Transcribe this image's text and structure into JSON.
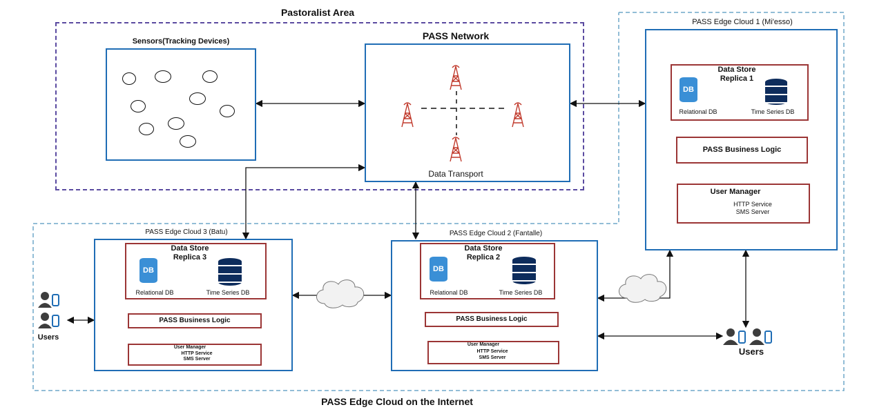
{
  "colors": {
    "accent": "#1f6db5",
    "logic_border": "#9b3535",
    "area_dash": "#5a4aa0",
    "cloud_dash": "#6fa7c8",
    "tower": "#c0392b"
  },
  "titles": {
    "pastoralist_area": "Pastoralist Area",
    "internet_cloud": "PASS Edge Cloud on the Internet"
  },
  "sensors": {
    "title": "Sensors(Tracking Devices)"
  },
  "network": {
    "title": "PASS Network",
    "caption": "Data Transport"
  },
  "edge1": {
    "title": "PASS Edge Cloud 1 (Mi'esso)",
    "store_line1": "Data Store",
    "store_line2": "Replica 1",
    "relational": "Relational DB",
    "timeseries": "Time Series DB",
    "business": "PASS Business Logic",
    "user_mgr": "User Manager",
    "http": "HTTP Service",
    "sms": "SMS Server"
  },
  "edge2": {
    "title": "PASS Edge Cloud 2 (Fantalle)",
    "store_line1": "Data Store",
    "store_line2": "Replica 2",
    "relational": "Relational DB",
    "timeseries": "Time Series DB",
    "business": "PASS Business Logic",
    "user_mgr": "User Manager",
    "http": "HTTP Service",
    "sms": "SMS Server"
  },
  "edge3": {
    "title": "PASS Edge Cloud 3 (Batu)",
    "store_line1": "Data Store",
    "store_line2": "Replica 3",
    "relational": "Relational DB",
    "timeseries": "Time Series DB",
    "business": "PASS Business Logic",
    "user_mgr": "User Manager",
    "http": "HTTP Service",
    "sms": "SMS Server"
  },
  "db_icon_text": "DB",
  "users_left": "Users",
  "users_right": "Users"
}
